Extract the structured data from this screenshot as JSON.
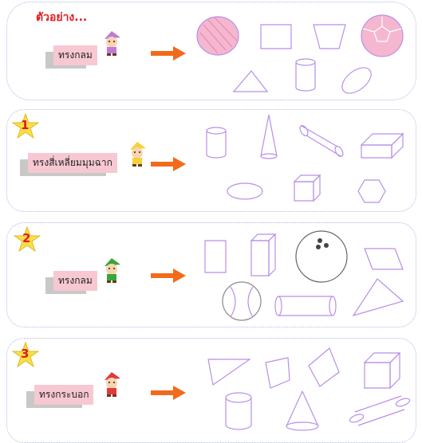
{
  "example": {
    "title": "ตัวอย่าง...",
    "label": "ทรงกลม"
  },
  "questions": [
    {
      "number": "1",
      "label": "ทรงสี่เหลี่ยมมุมฉาก",
      "hat_color": "#f4d23a"
    },
    {
      "number": "2",
      "label": "ทรงกลม",
      "hat_color": "#3aa63a"
    },
    {
      "number": "3",
      "label": "ทรงกระบอก",
      "hat_color": "#e23a3a"
    }
  ],
  "colors": {
    "outline": "#b98ee8",
    "arrow": "#f26a1b",
    "label_bg": "#f7c8d2",
    "title": "#e01b1b"
  }
}
